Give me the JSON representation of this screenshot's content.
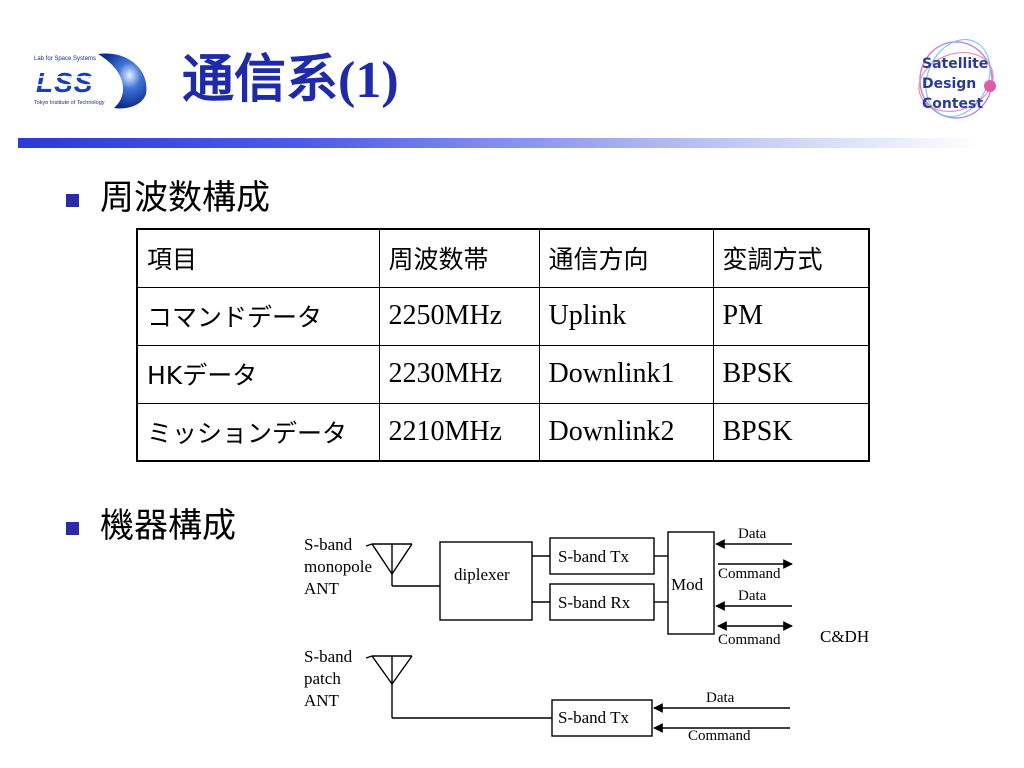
{
  "header": {
    "title_main": "通信系",
    "title_suffix": "(1)",
    "logo_left": {
      "top_text": "Lab for Space Systems",
      "mark_text": "LSS",
      "bottom_text": "Tokyo Institute of Technology"
    },
    "logo_right": {
      "lines": [
        "Satellite",
        "Design",
        "Contest"
      ]
    }
  },
  "sections": {
    "frequency": {
      "heading": "周波数構成"
    },
    "equipment": {
      "heading": "機器構成"
    }
  },
  "frequency_table": {
    "headers": [
      "項目",
      "周波数帯",
      "通信方向",
      "変調方式"
    ],
    "rows": [
      [
        "コマンドデータ",
        "2250MHz",
        "Uplink",
        "PM"
      ],
      [
        "HKデータ",
        "2230MHz",
        "Downlink1",
        "BPSK"
      ],
      [
        "ミッションデータ",
        "2210MHz",
        "Downlink2",
        "BPSK"
      ]
    ]
  },
  "block_diagram": {
    "antenna1_label": [
      "S-band",
      "monopole",
      "ANT"
    ],
    "antenna2_label": [
      "S-band",
      "patch",
      "ANT"
    ],
    "diplexer": "diplexer",
    "tx1": "S-band Tx",
    "rx1": "S-band Rx",
    "mod": "Mod",
    "tx2": "S-band Tx",
    "signals": {
      "data_1": "Data",
      "command_1": "Command",
      "data_2": "Data",
      "command_2": "Command",
      "data_3": "Data",
      "command_3": "Command"
    },
    "cdh": "C&DH"
  },
  "colors": {
    "title": "#1f2aa8",
    "bullet": "#2b2ba6",
    "rule_start": "#2a3bd6",
    "logo_right_ring": "#c28ad6"
  }
}
